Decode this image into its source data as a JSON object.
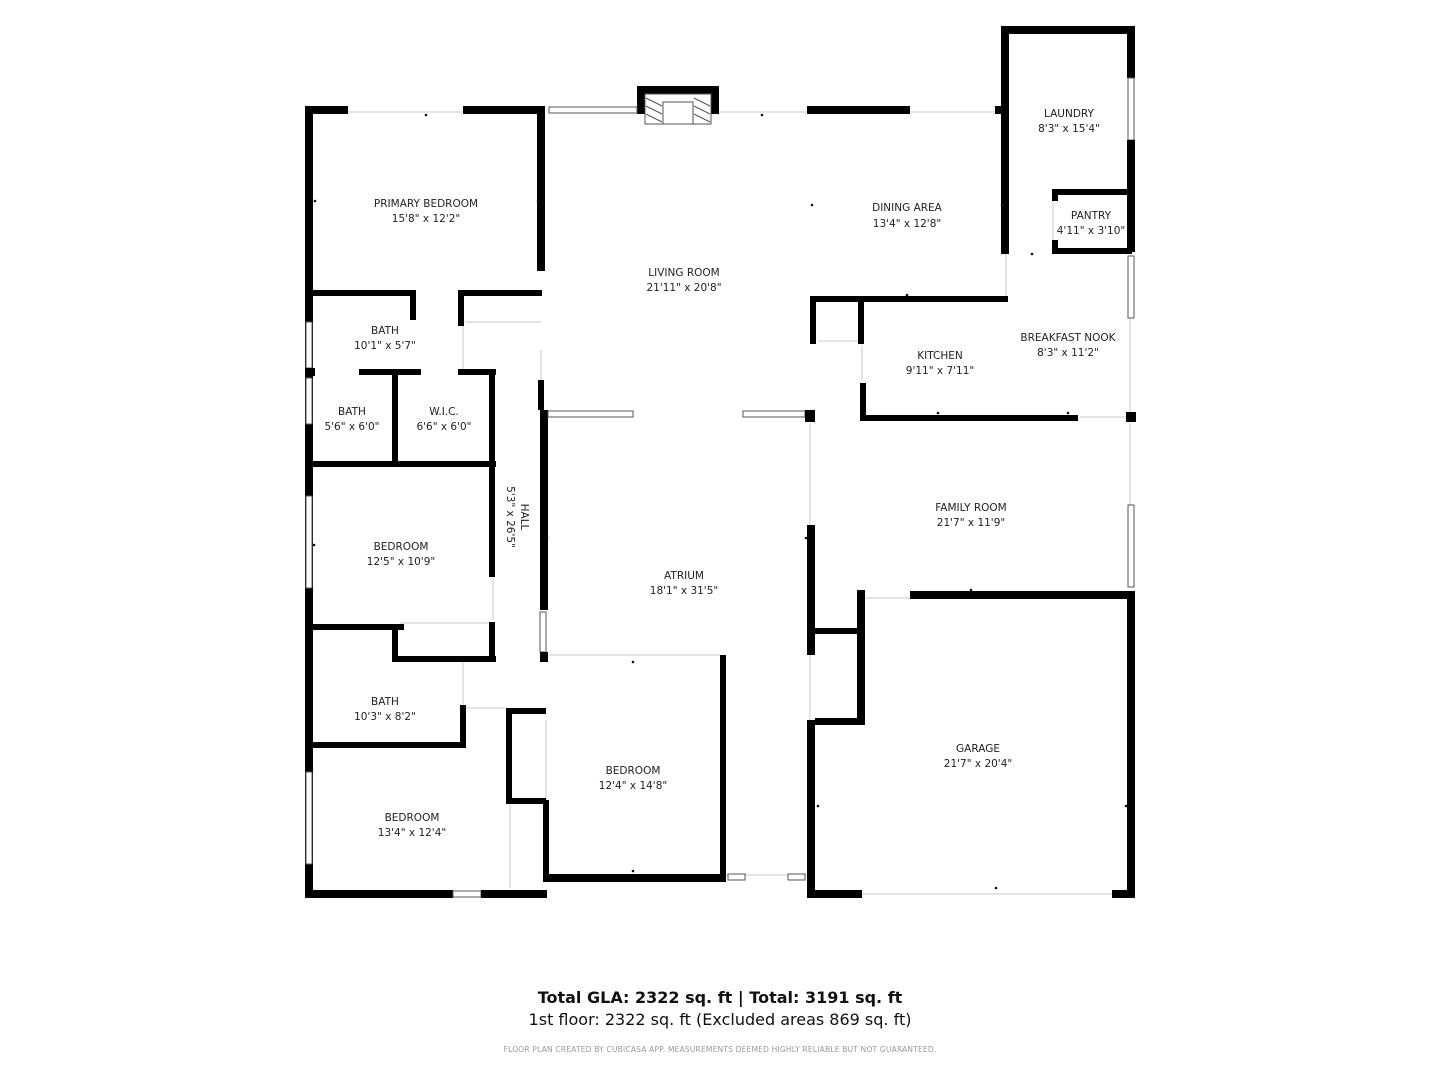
{
  "rooms": {
    "primary_bedroom": {
      "name": "PRIMARY BEDROOM",
      "dim": "15'8\" x 12'2\""
    },
    "living_room": {
      "name": "LIVING ROOM",
      "dim": "21'11\" x 20'8\""
    },
    "dining_area": {
      "name": "DINING AREA",
      "dim": "13'4\" x 12'8\""
    },
    "laundry": {
      "name": "LAUNDRY",
      "dim": "8'3\" x 15'4\""
    },
    "pantry": {
      "name": "PANTRY",
      "dim": "4'11\" x 3'10\""
    },
    "kitchen": {
      "name": "KITCHEN",
      "dim": "9'11\" x 7'11\""
    },
    "breakfast_nook": {
      "name": "BREAKFAST NOOK",
      "dim": "8'3\" x 11'2\""
    },
    "bath_1": {
      "name": "BATH",
      "dim": "10'1\" x 5'7\""
    },
    "bath_2": {
      "name": "BATH",
      "dim": "5'6\" x 6'0\""
    },
    "wic": {
      "name": "W.I.C.",
      "dim": "6'6\" x 6'0\""
    },
    "hall": {
      "name": "HALL",
      "dim": "5'3\" x 26'5\""
    },
    "bedroom_1": {
      "name": "BEDROOM",
      "dim": "12'5\" x 10'9\""
    },
    "atrium": {
      "name": "ATRIUM",
      "dim": "18'1\" x 31'5\""
    },
    "family_room": {
      "name": "FAMILY ROOM",
      "dim": "21'7\" x 11'9\""
    },
    "bath_3": {
      "name": "BATH",
      "dim": "10'3\" x 8'2\""
    },
    "bedroom_2": {
      "name": "BEDROOM",
      "dim": "13'4\" x 12'4\""
    },
    "bedroom_3": {
      "name": "BEDROOM",
      "dim": "12'4\" x 14'8\""
    },
    "garage": {
      "name": "GARAGE",
      "dim": "21'7\" x 20'4\""
    }
  },
  "summary": {
    "totals": "Total GLA: 2322 sq. ft | Total: 3191 sq. ft",
    "floor": "1st floor: 2322 sq. ft (Excluded areas 869 sq. ft)",
    "disclaimer": "FLOOR PLAN CREATED BY CUBICASA APP. MEASUREMENTS DEEMED HIGHLY RELIABLE BUT NOT GUARANTEED."
  }
}
